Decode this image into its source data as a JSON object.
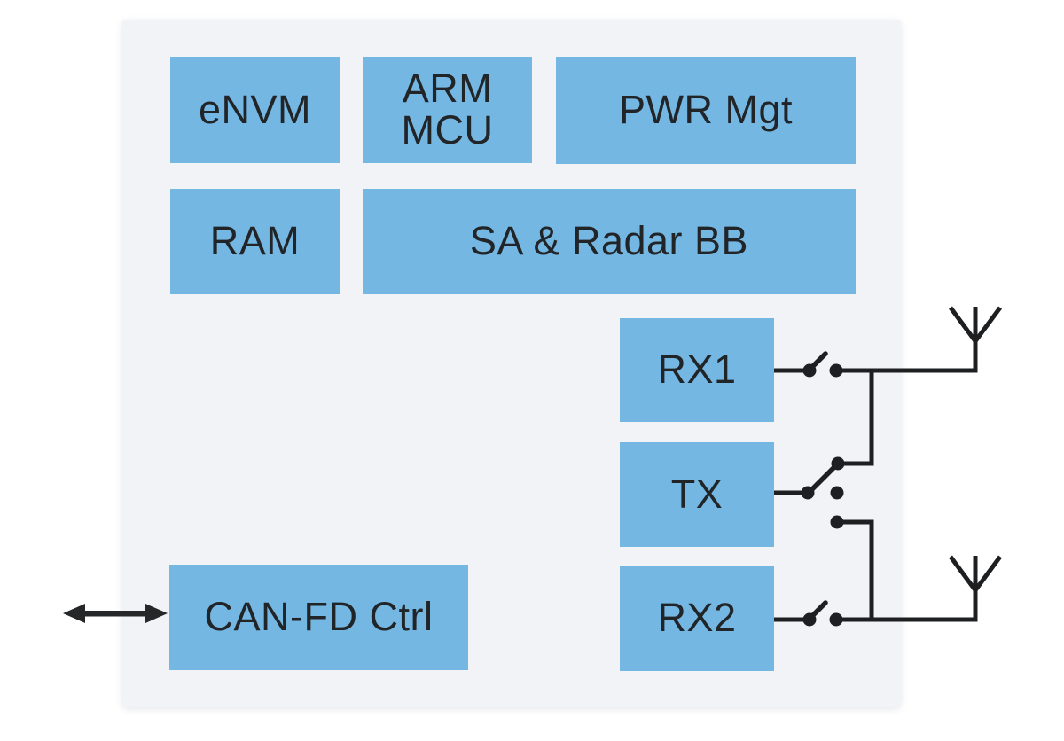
{
  "diagram": {
    "blocks": {
      "envm": {
        "label": "eNVM"
      },
      "arm_mcu": {
        "label": "ARM\nMCU"
      },
      "pwr_mgt": {
        "label": "PWR Mgt"
      },
      "ram": {
        "label": "RAM"
      },
      "sa_radar_bb": {
        "label": "SA & Radar BB"
      },
      "rx1": {
        "label": "RX1"
      },
      "tx": {
        "label": "TX"
      },
      "rx2": {
        "label": "RX2"
      },
      "can_fd_ctrl": {
        "label": "CAN-FD Ctrl"
      }
    },
    "connections": [
      "RX1 - switch - antenna-1",
      "TX - switch - antenna-1 branch / antenna-2 branch",
      "RX2 - switch - antenna-2",
      "CAN-FD Ctrl - bidirectional external bus arrow"
    ],
    "colors": {
      "block_fill": "#74b7e3",
      "container_bg": "#f1f3f6",
      "line": "#1e1f21",
      "label_text": "#222528",
      "page_bg": "#ffffff"
    }
  }
}
